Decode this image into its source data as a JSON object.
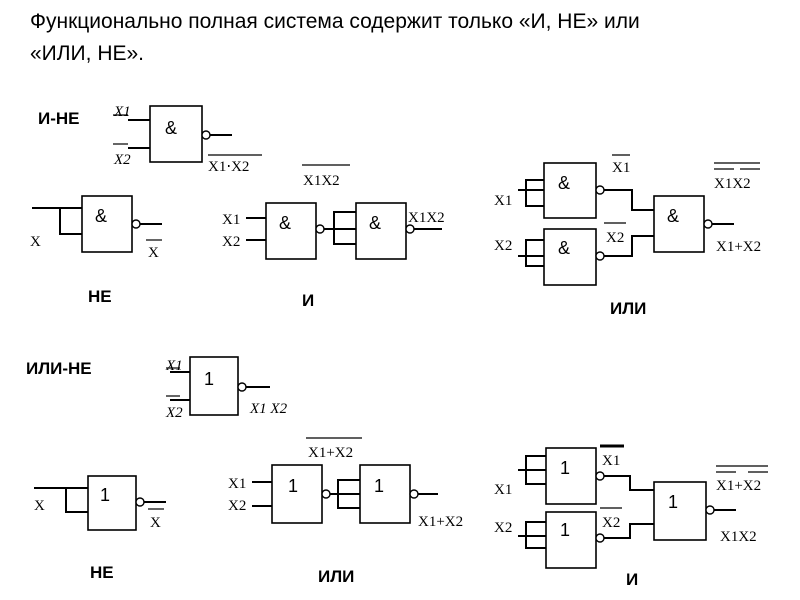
{
  "title": {
    "line1": "Функционально полная система содержит только «И, НЕ» или",
    "line2": "«ИЛИ, НЕ»."
  },
  "nand_section": {
    "heading": "И-НЕ",
    "and_symbol": "&",
    "main_inputs": [
      "X1",
      "X2"
    ],
    "main_output": "X1⋅X2",
    "not_caption": "НЕ",
    "not_input": "X",
    "not_output": "X",
    "and_caption": "И",
    "and_inputs": [
      "X1",
      "X2"
    ],
    "and_mid_label": "X1X2",
    "and_output": "X1X2",
    "or_caption": "ИЛИ",
    "or_inputs": [
      "X1",
      "X2"
    ],
    "or_mid_labels": [
      "X1",
      "X2"
    ],
    "or_top_label": "X1X2",
    "or_output": "X1+X2"
  },
  "nor_section": {
    "heading": "ИЛИ-НЕ",
    "or_symbol": "1",
    "main_inputs": [
      "X1",
      "X2"
    ],
    "main_output": "X1  X2",
    "not_caption": "НЕ",
    "not_input": "X",
    "not_output": "X",
    "or_caption": "ИЛИ",
    "or_inputs": [
      "X1",
      "X2"
    ],
    "or_mid_label": "X1+X2",
    "or_output": "X1+X2",
    "and_caption": "И",
    "and_inputs": [
      "X1",
      "X2"
    ],
    "and_mid_labels": [
      "X1",
      "X2"
    ],
    "and_top_label": "X1+X2",
    "and_output": "X1X2"
  }
}
